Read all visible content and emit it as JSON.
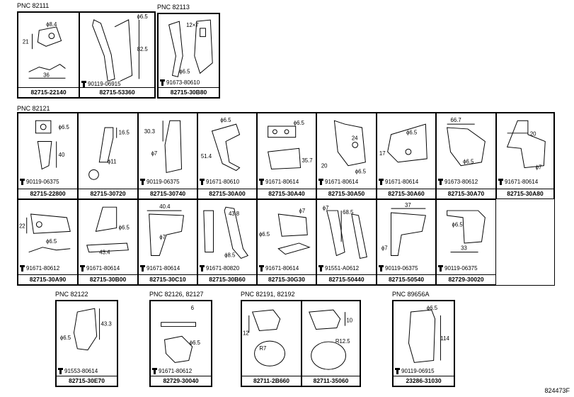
{
  "sheet_ref": "824473F",
  "groups": [
    {
      "pnc": "PNC 82111",
      "cells": [
        {
          "bolt": "",
          "part": "82715-22140",
          "dims": [
            "ϕ8.4",
            "21",
            "36"
          ]
        },
        {
          "bolt": "90119-06915",
          "part": "82715-53360",
          "dims": [
            "ϕ6.5",
            "82.5"
          ]
        }
      ]
    },
    {
      "pnc": "PNC 82113",
      "cells": [
        {
          "bolt": "91673-80610",
          "part": "82715-30B80",
          "dims": [
            "12×7",
            "ϕ6.5"
          ]
        }
      ]
    },
    {
      "pnc": "PNC 82121",
      "cells": [
        {
          "bolt": "90119-06375",
          "part": "82715-22800",
          "dims": [
            "ϕ6.5",
            "40"
          ]
        },
        {
          "bolt": "",
          "part": "82715-30720",
          "dims": [
            "16.5",
            "ϕ11"
          ]
        },
        {
          "bolt": "90119-06375",
          "part": "82715-30740",
          "dims": [
            "30.3",
            "ϕ7"
          ]
        },
        {
          "bolt": "91671-80610",
          "part": "82715-30A00",
          "dims": [
            "ϕ6.5",
            "51.4"
          ]
        },
        {
          "bolt": "91671-80614",
          "part": "82715-30A40",
          "dims": [
            "ϕ6.5",
            "35.7"
          ]
        },
        {
          "bolt": "91671-80614",
          "part": "82715-30A50",
          "dims": [
            "24",
            "20",
            "ϕ6.5"
          ]
        },
        {
          "bolt": "91671-80614",
          "part": "82715-30A60",
          "dims": [
            "ϕ6.5",
            "17"
          ]
        },
        {
          "bolt": "91673-80612",
          "part": "82715-30A70",
          "dims": [
            "66.7",
            "ϕ6.5"
          ]
        },
        {
          "bolt": "91671-80614",
          "part": "82715-30A80",
          "dims": [
            "20",
            "ϕ7"
          ]
        },
        {
          "bolt": "91671-80612",
          "part": "82715-30A90",
          "dims": [
            "22",
            "ϕ6.5"
          ]
        },
        {
          "bolt": "91671-80614",
          "part": "82715-30B00",
          "dims": [
            "ϕ6.5",
            "43.4"
          ]
        },
        {
          "bolt": "91671-80614",
          "part": "82715-30C10",
          "dims": [
            "40.4",
            "ϕ7"
          ]
        },
        {
          "bolt": "91671-80820",
          "part": "82715-30B60",
          "dims": [
            "43.8",
            "ϕ8.5"
          ]
        },
        {
          "bolt": "91671-80614",
          "part": "82715-30G30",
          "dims": [
            "ϕ7",
            "ϕ6.5"
          ]
        },
        {
          "bolt": "91551-A0612",
          "part": "82715-50440",
          "dims": [
            "ϕ7",
            "68.5"
          ]
        },
        {
          "bolt": "90119-06375",
          "part": "82715-50540",
          "dims": [
            "37",
            "ϕ7"
          ]
        },
        {
          "bolt": "90119-06375",
          "part": "82729-30020",
          "dims": [
            "ϕ6.5",
            "33"
          ]
        }
      ]
    },
    {
      "pnc": "PNC 82122",
      "cells": [
        {
          "bolt": "91553-80614",
          "part": "82715-30E70",
          "dims": [
            "43.3",
            "ϕ6.5"
          ]
        }
      ]
    },
    {
      "pnc": "PNC 82126, 82127",
      "cells": [
        {
          "bolt": "91671-80612",
          "part": "82729-30040",
          "dims": [
            "6",
            "ϕ6.5"
          ]
        }
      ]
    },
    {
      "pnc": "PNC 82191, 82192",
      "cells": [
        {
          "bolt": "",
          "part": "82711-2B660",
          "dims": [
            "12",
            "R7"
          ]
        },
        {
          "bolt": "",
          "part": "82711-35060",
          "dims": [
            "10",
            "R12.5"
          ]
        }
      ]
    },
    {
      "pnc": "PNC 89656A",
      "cells": [
        {
          "bolt": "90119-06915",
          "part": "23286-31030",
          "dims": [
            "ϕ6.5",
            "114"
          ]
        }
      ]
    }
  ]
}
